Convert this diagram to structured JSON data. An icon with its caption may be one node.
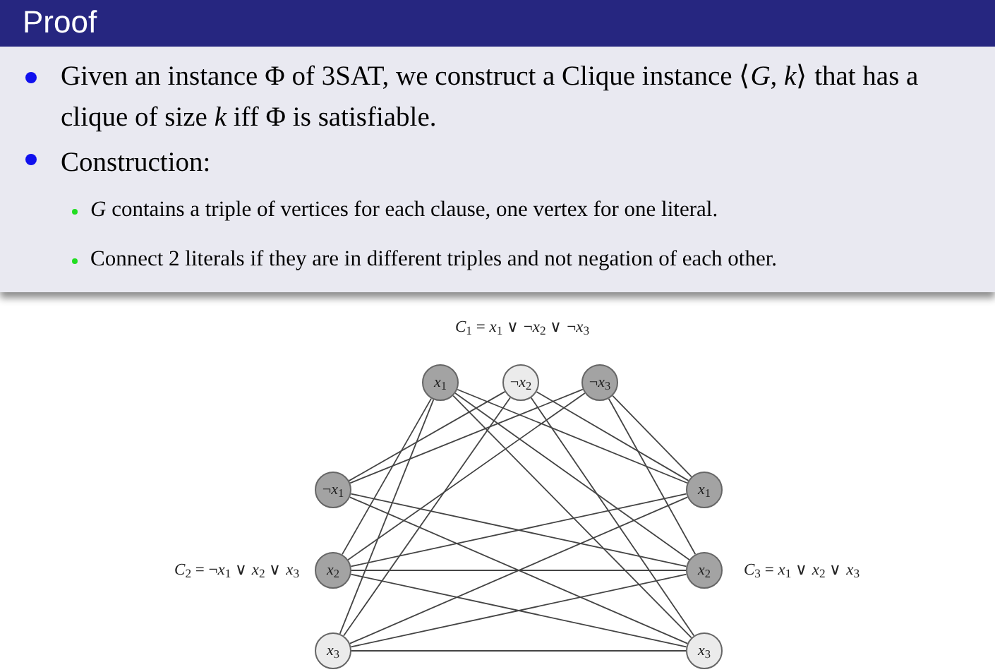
{
  "diagram": {
    "title": "Proof",
    "nodes": [
      {
        "text": [
          "*x*$_{1}$"
        ]
      },
      {
        "text": [
          "¬*x*$_{2}$"
        ]
      },
      {
        "text": [
          "¬*x*$_{3}$"
        ]
      },
      {
        "text": [
          "¬*x*$_{1}$"
        ]
      },
      {
        "text": [
          "*x*$_{2}$"
        ]
      },
      {
        "text": [
          "*x*$_{3}$"
        ]
      },
      {
        "text": [
          "*x*$_{1}$"
        ]
      },
      {
        "text": [
          "*x*$_{2}$"
        ]
      },
      {
        "text": [
          "*x*$_{3}$"
        ]
      }
    ],
    "edges": [
      {
        "from": 0,
        "to": 4,
        "arrow": "none"
      },
      {
        "from": 0,
        "to": 5,
        "arrow": "none"
      },
      {
        "from": 1,
        "to": 3,
        "arrow": "none"
      },
      {
        "from": 1,
        "to": 5,
        "arrow": "none"
      },
      {
        "from": 2,
        "to": 3,
        "arrow": "none"
      },
      {
        "from": 2,
        "to": 4,
        "arrow": "none"
      },
      {
        "from": 0,
        "to": 6,
        "arrow": "none"
      },
      {
        "from": 0,
        "to": 7,
        "arrow": "none"
      },
      {
        "from": 0,
        "to": 8,
        "arrow": "none"
      },
      {
        "from": 1,
        "to": 6,
        "arrow": "none"
      },
      {
        "from": 1,
        "to": 8,
        "arrow": "none"
      },
      {
        "from": 2,
        "to": 6,
        "arrow": "none"
      },
      {
        "from": 2,
        "to": 7,
        "arrow": "none"
      },
      {
        "from": 3,
        "to": 7,
        "arrow": "none"
      },
      {
        "from": 3,
        "to": 8,
        "arrow": "none"
      },
      {
        "from": 4,
        "to": 6,
        "arrow": "none"
      },
      {
        "from": 4,
        "to": 7,
        "arrow": "none"
      },
      {
        "from": 4,
        "to": 8,
        "arrow": "none"
      },
      {
        "from": 5,
        "to": 6,
        "arrow": "none"
      },
      {
        "from": 5,
        "to": 7,
        "arrow": "none"
      },
      {
        "from": 5,
        "to": 8,
        "arrow": "none"
      }
    ],
    "labels": [
      "Given an instance Φ of 3SAT, we construct a Clique instance ⟨*G*, *k*⟩ that has a clique of size *k* iff Φ is satisfiable.",
      "Construction:",
      "*G* contains a triple of vertices for each clause, one vertex for one literal.",
      "Connect 2 literals if they are in different triples and not negation of each other.",
      "*C*$_{1}$ = *x*$_{1}$ ∨ ¬*x*$_{2}$ ∨ ¬*x*$_{3}$",
      "*C*$_{2}$ = ¬*x*$_{1}$ ∨ *x*$_{2}$ ∨ *x*$_{3}$",
      "*C*$_{3}$ = *x*$_{1}$ ∨ *x*$_{2}$ ∨ *x*$_{3}$"
    ]
  }
}
